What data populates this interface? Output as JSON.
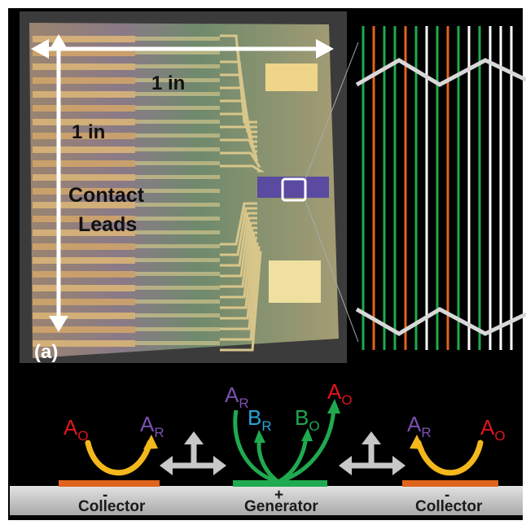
{
  "photo": {
    "dim_horizontal": "1 in",
    "dim_vertical": "1 in",
    "leads_line1": "Contact",
    "leads_line2": "Leads",
    "panel_label": "(a)"
  },
  "electrodes": {
    "left": {
      "sign": "-",
      "label": "Collector"
    },
    "center": {
      "sign": "+",
      "label": "Generator"
    },
    "right": {
      "sign": "-",
      "label": "Collector"
    }
  },
  "species": {
    "left_ao": {
      "main": "A",
      "sub": "O"
    },
    "left_ar": {
      "main": "A",
      "sub": "R"
    },
    "center_ar": {
      "main": "A",
      "sub": "R"
    },
    "center_br": {
      "main": "B",
      "sub": "R"
    },
    "center_bo": {
      "main": "B",
      "sub": "O"
    },
    "center_ao": {
      "main": "A",
      "sub": "O"
    },
    "right_ar": {
      "main": "A",
      "sub": "R"
    },
    "right_ao": {
      "main": "A",
      "sub": "O"
    }
  },
  "colors": {
    "red": "#e0141e",
    "purple": "#7a4fb0",
    "green": "#1faa50",
    "blue": "#2aa3d8",
    "yellow": "#f4b81c",
    "orange": "#e0631c"
  }
}
